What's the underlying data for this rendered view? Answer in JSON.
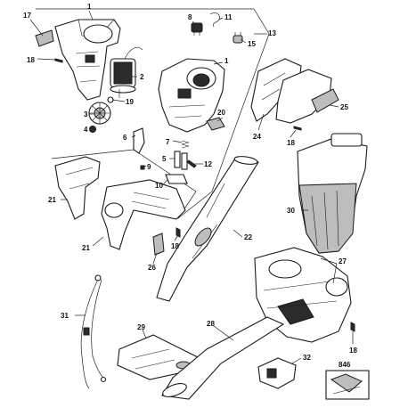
{
  "diagram": {
    "callouts": [
      "17",
      "1",
      "8",
      "11",
      "15",
      "13",
      "18",
      "2",
      "19",
      "1",
      "3",
      "4",
      "20",
      "25",
      "24",
      "18",
      "6",
      "7",
      "9",
      "5",
      "12",
      "10",
      "21",
      "22",
      "30",
      "18",
      "21",
      "26",
      "27",
      "31",
      "28",
      "29",
      "32",
      "18",
      "846"
    ]
  }
}
